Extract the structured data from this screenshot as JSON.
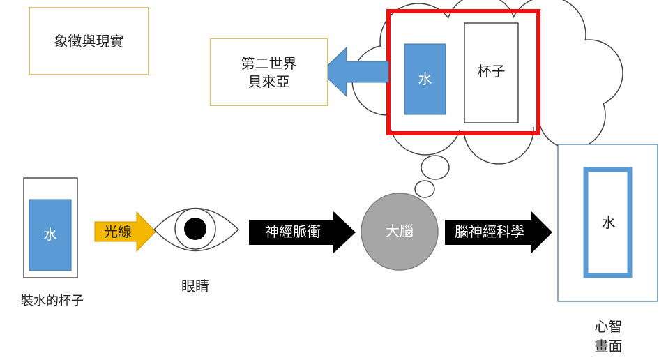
{
  "title_box": {
    "text": "象徵與現實"
  },
  "second_world": {
    "line1": "第二世界",
    "line2": "貝來亞"
  },
  "thought": {
    "water": "水",
    "cup": "杯子"
  },
  "cup_caption": "裝水的杯子",
  "cup_water": "水",
  "light_label": "光線",
  "eye_caption": "眼睛",
  "nerve_label": "神經脈衝",
  "brain_label": "大腦",
  "neuro_label": "腦神經科學",
  "mind_water": "水",
  "mind_caption": {
    "line1": "心智",
    "line2": "畫面"
  },
  "colors": {
    "water_blue": "#5b9bd5",
    "light_yellow": "#f5b800",
    "highlight_red": "#ee1111",
    "box_yellow": "#e8c14a",
    "brain_gray": "#a6a6a6"
  }
}
